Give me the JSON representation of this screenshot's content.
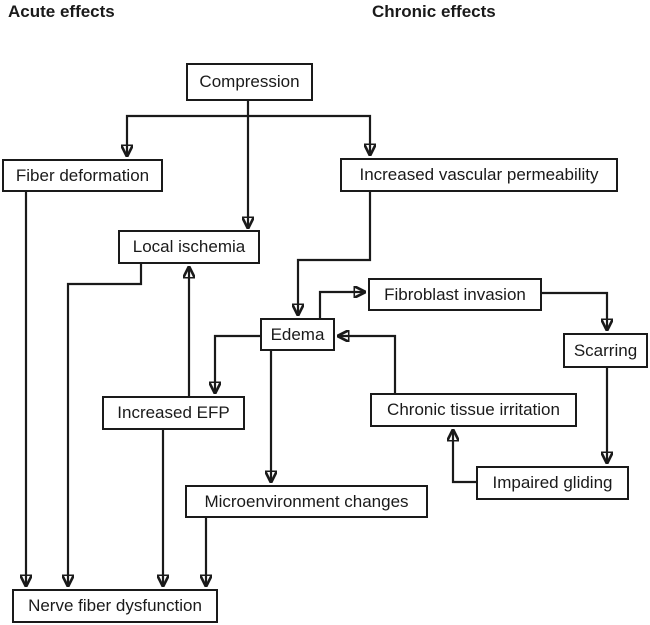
{
  "titles": {
    "acute": "Acute effects",
    "chronic": "Chronic effects"
  },
  "nodes": {
    "compression": {
      "label": "Compression"
    },
    "fiber_deformation": {
      "label": "Fiber deformation"
    },
    "increased_vascular_permeability": {
      "label": "Increased vascular permeability"
    },
    "local_ischemia": {
      "label": "Local ischemia"
    },
    "edema": {
      "label": "Edema"
    },
    "fibroblast_invasion": {
      "label": "Fibroblast invasion"
    },
    "scarring": {
      "label": "Scarring"
    },
    "increased_efp": {
      "label": "Increased EFP"
    },
    "chronic_tissue_irritation": {
      "label": "Chronic tissue irritation"
    },
    "impaired_gliding": {
      "label": "Impaired gliding"
    },
    "microenvironment_changes": {
      "label": "Microenvironment changes"
    },
    "nerve_fiber_dysfunction": {
      "label": "Nerve fiber dysfunction"
    }
  },
  "edges": [
    {
      "from": "compression",
      "to": "fiber_deformation"
    },
    {
      "from": "compression",
      "to": "increased_vascular_permeability"
    },
    {
      "from": "compression",
      "to": "local_ischemia"
    },
    {
      "from": "fiber_deformation",
      "to": "nerve_fiber_dysfunction"
    },
    {
      "from": "increased_vascular_permeability",
      "to": "edema"
    },
    {
      "from": "local_ischemia",
      "to": "nerve_fiber_dysfunction"
    },
    {
      "from": "increased_efp",
      "to": "local_ischemia"
    },
    {
      "from": "edema",
      "to": "increased_efp"
    },
    {
      "from": "edema",
      "to": "fibroblast_invasion"
    },
    {
      "from": "fibroblast_invasion",
      "to": "scarring"
    },
    {
      "from": "scarring",
      "to": "impaired_gliding"
    },
    {
      "from": "impaired_gliding",
      "to": "chronic_tissue_irritation"
    },
    {
      "from": "chronic_tissue_irritation",
      "to": "edema"
    },
    {
      "from": "edema",
      "to": "microenvironment_changes"
    },
    {
      "from": "increased_efp",
      "to": "nerve_fiber_dysfunction"
    },
    {
      "from": "microenvironment_changes",
      "to": "nerve_fiber_dysfunction"
    }
  ],
  "colors": {
    "line": "#1a1a1a",
    "box_border": "#1a1a1a",
    "text": "#1a1a1a",
    "background": "#ffffff"
  }
}
